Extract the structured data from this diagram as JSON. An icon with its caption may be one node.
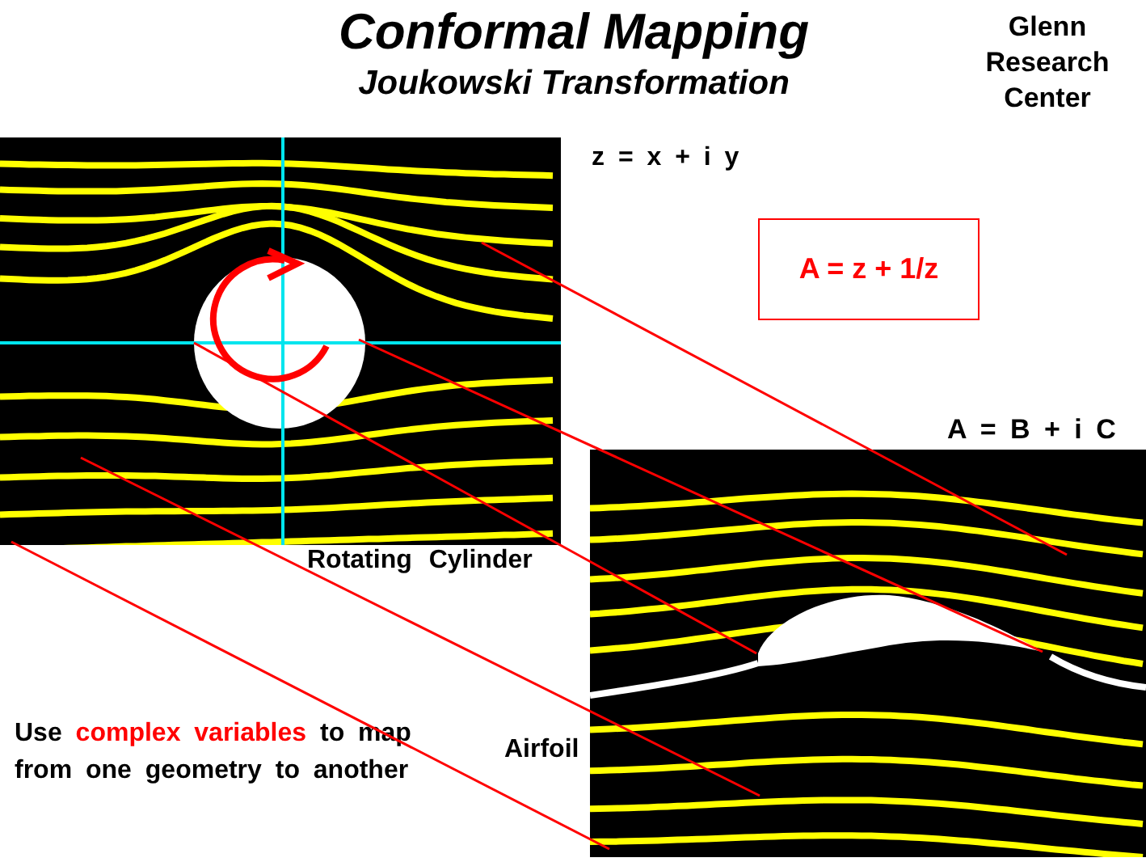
{
  "diagram": {
    "title": "Conformal Mapping",
    "nodes": [
      {
        "text": [],
        "shape": "picture",
        "beside": [
          "Rotating Cylinder"
        ]
      },
      {
        "text": [
          "A = z + 1/z"
        ]
      },
      {
        "text": [],
        "shape": "picture",
        "beside": [
          "Airfoil"
        ]
      }
    ],
    "edges": [
      {
        "from": 0,
        "to": 2,
        "arrow": "none"
      },
      {
        "from": 0,
        "to": 2,
        "arrow": "none"
      },
      {
        "from": 0,
        "to": 2,
        "arrow": "none"
      },
      {
        "from": 0,
        "to": 2,
        "arrow": "none"
      },
      {
        "from": 0,
        "to": 2,
        "arrow": "none"
      }
    ],
    "labels": [
      "Joukowski Transformation",
      "Glenn Research Center",
      "z = x + i y",
      "A = B + i C",
      "Use **complex variables** to map from one geometry to another"
    ]
  }
}
